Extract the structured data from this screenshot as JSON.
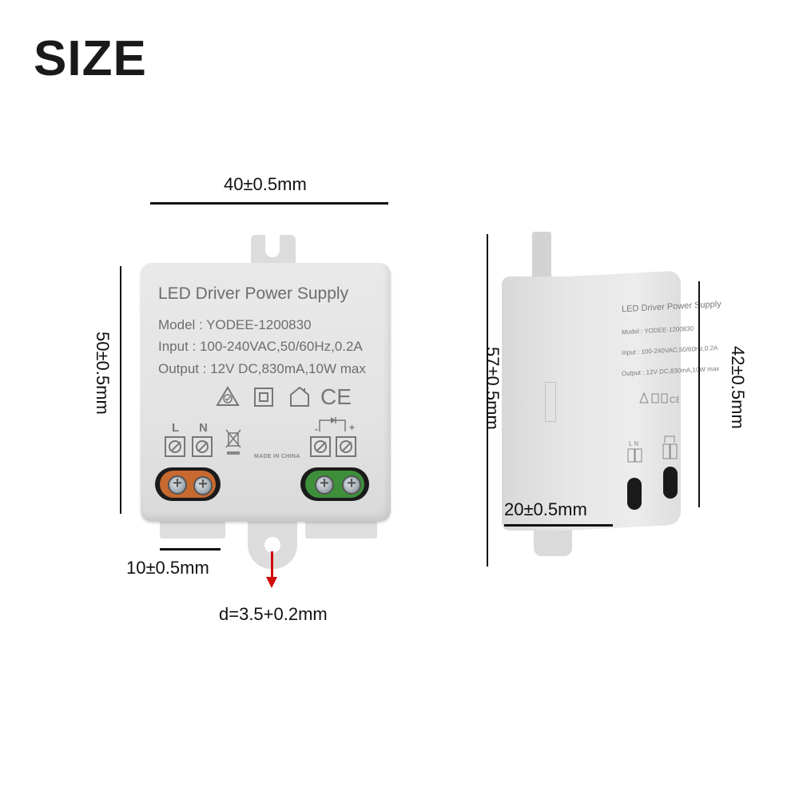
{
  "heading": "SIZE",
  "dimensions": {
    "width": "40±0.5mm",
    "height": "50±0.5mm",
    "foot_width": "10±0.5mm",
    "hole_diameter": "d=3.5+0.2mm",
    "total_height": "57±0.5mm",
    "depth": "20±0.5mm",
    "body_height": "42±0.5mm"
  },
  "device_label": {
    "title": "LED Driver Power Supply",
    "model": "Model : YODEE-1200830",
    "input": "Input : 100-240VAC,50/60Hz,0.2A",
    "output": "Output : 12V DC,830mA,10W max",
    "made_in": "MADE IN CHINA",
    "terminal_input": [
      "L",
      "N"
    ],
    "terminal_output": [
      "-",
      "+"
    ],
    "certifications": [
      "rcm-mark-icon",
      "double-insulation-icon",
      "indoor-use-icon",
      "ce-mark-icon"
    ],
    "ce_text": "CE"
  },
  "colors": {
    "input_terminal": "#c8692f",
    "output_terminal": "#3e8f3a",
    "arrow": "#d10a0a",
    "body": "#e6e6e6"
  }
}
